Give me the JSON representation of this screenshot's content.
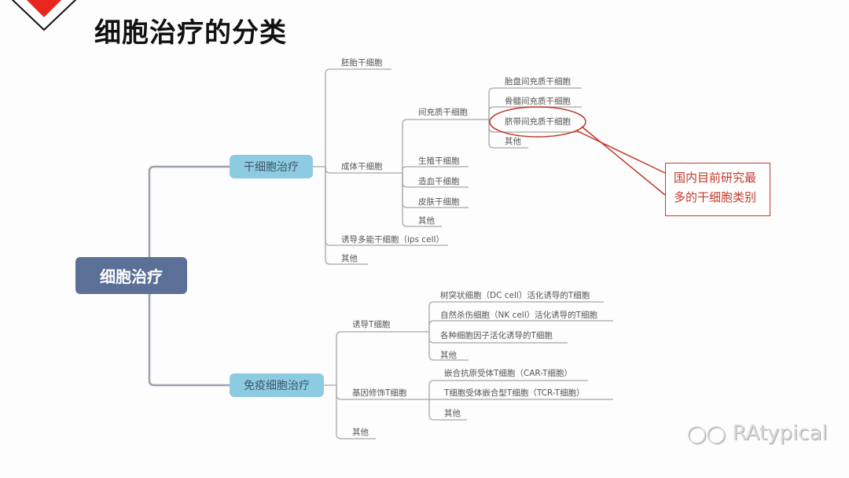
{
  "header": {
    "title": "细胞治疗的分类"
  },
  "mindmap": {
    "root": "细胞治疗",
    "branches": {
      "stem": {
        "label": "干细胞治疗",
        "embryonic": "胚胎干细胞",
        "adult": {
          "label": "成体干细胞",
          "mesenchymal": {
            "label": "间充质干细胞",
            "items": [
              "胎盘间充质干细胞",
              "骨髓间充质干细胞",
              "脐带间充质干细胞",
              "其他"
            ]
          },
          "items": [
            "生殖干细胞",
            "造血干细胞",
            "皮肤干细胞",
            "其他"
          ]
        },
        "ips": "诱导多能干细胞（ips cell）",
        "other": "其他"
      },
      "immune": {
        "label": "免疫细胞治疗",
        "induced_t": {
          "label": "诱导T细胞",
          "items": [
            "树突状细胞（DC cell）活化诱导的T细胞",
            "自然杀伤细胞（NK cell）活化诱导的T细胞",
            "各种细胞因子活化诱导的T细胞",
            "其他"
          ]
        },
        "gene_modified_t": {
          "label": "基因修饰T细胞",
          "items": [
            "嵌合抗原受体T细胞（CAR-T细胞）",
            "T细胞受体嵌合型T细胞（TCR-T细胞）",
            "其他"
          ]
        },
        "other": "其他"
      }
    }
  },
  "callout": {
    "line1": "国内目前研究最",
    "line2": "多的干细胞类别"
  },
  "watermark": {
    "text": "RAtypical",
    "icon": "wechat-icon"
  },
  "colors": {
    "root": "#5a7097",
    "level1": "#8dcbe2",
    "callout": "#c0392b",
    "logo": "#e8261c"
  }
}
